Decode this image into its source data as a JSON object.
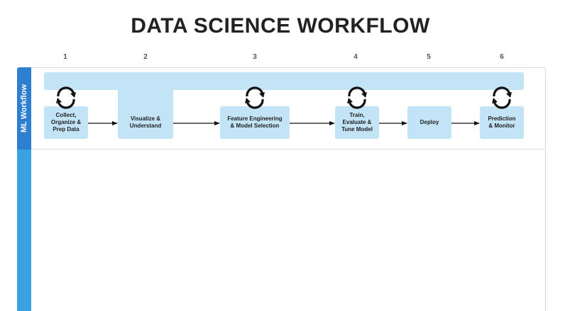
{
  "title": "DATA SCIENCE WORKFLOW",
  "lane_label": "ML Workflow",
  "column_numbers": [
    "1",
    "2",
    "3",
    "4",
    "5",
    "6"
  ],
  "steps": [
    {
      "lines": [
        "Collect,",
        "Organize &",
        "Prep Data"
      ],
      "icon": "cycle-icon"
    },
    {
      "lines": [
        "Visualize &",
        "Understand"
      ],
      "icon": ""
    },
    {
      "lines": [
        "Feature Engineering",
        "& Model Selection"
      ],
      "icon": "cycle-icon"
    },
    {
      "lines": [
        "Train,",
        "Evaluate &",
        "Tune Model"
      ],
      "icon": "cycle-icon"
    },
    {
      "lines": [
        "Deploy"
      ],
      "icon": ""
    },
    {
      "lines": [
        "Prediction",
        "& Monitor"
      ],
      "icon": "cycle-icon"
    }
  ],
  "colors": {
    "lane_primary": "#2f7fd0",
    "lane_secondary": "#3aa2e0",
    "step_fill": "#c3e4f7",
    "text": "#222222"
  }
}
